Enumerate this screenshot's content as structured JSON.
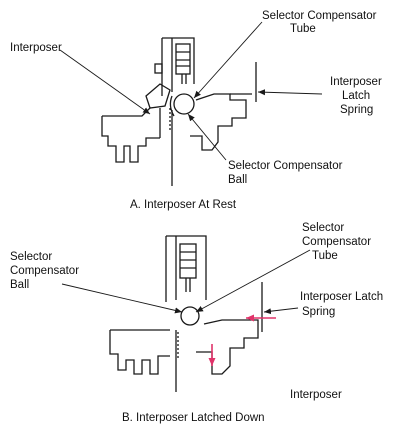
{
  "panel_a": {
    "labels": {
      "interposer": "Interposer",
      "tube_line1": "Selector Compensator",
      "tube_line2": "Tube",
      "spring_line1": "Interposer",
      "spring_line2": "Latch",
      "spring_line3": "Spring",
      "ball_line1": "Selector Compensator",
      "ball_line2": "Ball"
    },
    "caption": "A.  Interposer At Rest"
  },
  "panel_b": {
    "labels": {
      "ball_line1": "Selector",
      "ball_line2": "Compensator",
      "ball_line3": "Ball",
      "tube_line1": "Selector",
      "tube_line2": "Compensator",
      "tube_line3": "Tube",
      "spring_line1": "Interposer Latch",
      "spring_line2": "Spring",
      "interposer": "Interposer"
    },
    "caption": "B.  Interposer Latched Down"
  },
  "colors": {
    "line": "#1a1a1a",
    "arrow_accent": "#e0336a"
  }
}
